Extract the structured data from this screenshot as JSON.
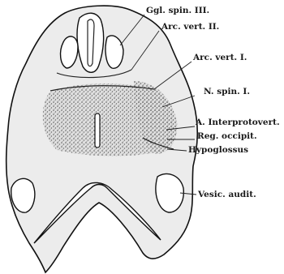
{
  "labels": {
    "ggl_spin_iii": "Ggl. spin. III.",
    "arc_vert_ii": "Arc. vert. II.",
    "arc_vert_i": "Arc. vert. I.",
    "n_spin_i": "N. spin. I.",
    "a_interprotovert": "A. Interprotovert.",
    "reg_occipit": "Reg. occipit.",
    "hypoglossus": "Hypoglossus",
    "vesic_audit": "Vesic. audit."
  }
}
